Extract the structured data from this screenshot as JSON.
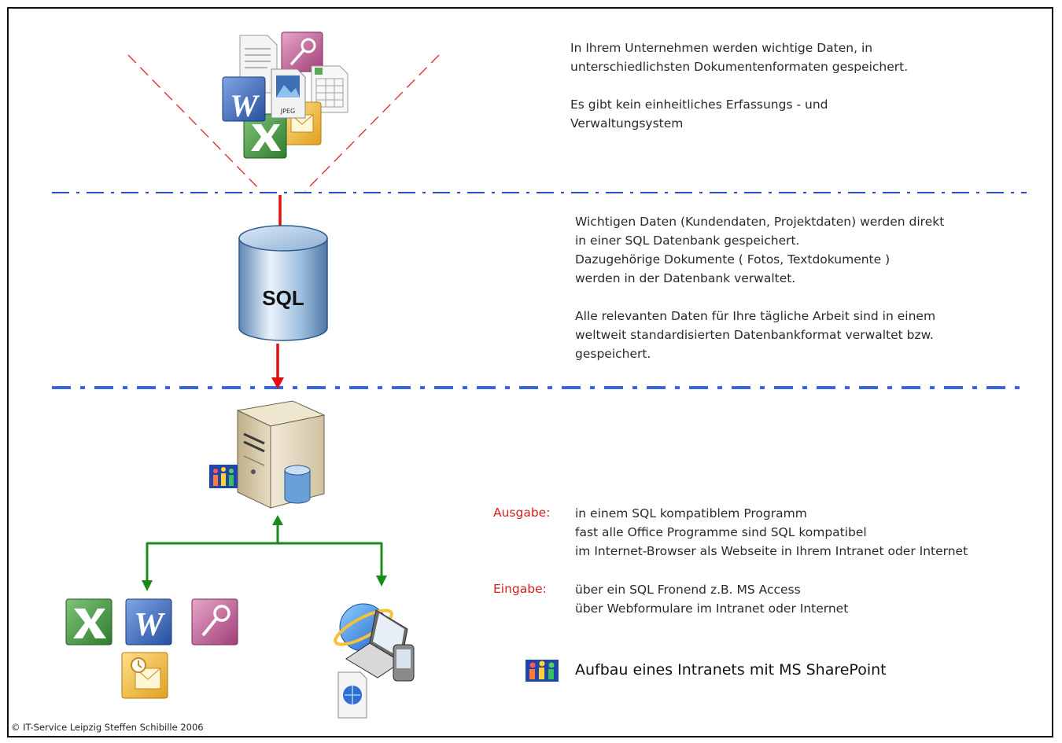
{
  "top_text": [
    "In Ihrem Unternehmen werden wichtige Daten, in",
    "unterschiedlichsten Dokumentenformaten gespeichert.",
    "",
    "Es gibt kein einheitliches Erfassungs - und",
    "Verwaltungsystem"
  ],
  "middle_text": [
    "Wichtigen Daten (Kundendaten, Projektdaten) werden direkt",
    "in einer SQL Datenbank gespeichert.",
    "Dazugehörige Dokumente ( Fotos, Textdokumente )",
    "werden in der Datenbank verwaltet.",
    "",
    "Alle relevanten Daten für Ihre tägliche Arbeit sind in einem",
    "weltweit standardisierten Datenbankformat verwaltet bzw.",
    "gespeichert."
  ],
  "ausgabe": {
    "label": "Ausgabe:",
    "lines": [
      "in einem SQL kompatiblem Programm",
      "fast alle Office Programme sind SQL kompatibel",
      "im Internet-Browser als Webseite in Ihrem Intranet oder Internet"
    ]
  },
  "eingabe": {
    "label": "Eingabe:",
    "lines": [
      "über ein SQL Fronend z.B. MS Access",
      "über Webformulare im Intranet oder Internet"
    ]
  },
  "sharepoint_title": "Aufbau eines Intranets mit MS SharePoint",
  "database_label": "SQL",
  "icons": {
    "word_letter": "W",
    "jpeg_label": "JPEG"
  },
  "copyright": "© IT-Service Leipzig Steffen Schibille 2006",
  "colors": {
    "red_arrow": "#e01010",
    "green_lines": "#1a8a1a",
    "blue_separator": "#2a55d8",
    "red_label": "#d22020"
  }
}
